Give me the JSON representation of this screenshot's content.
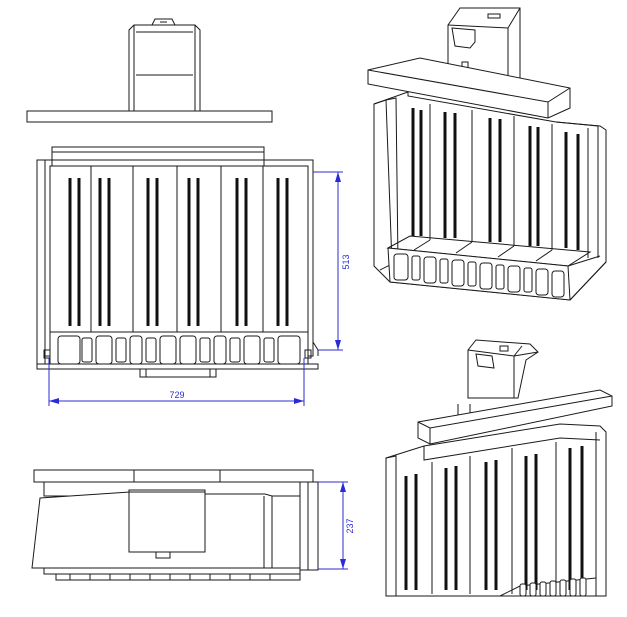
{
  "dimensions": {
    "height_front": "513",
    "width_front": "729",
    "height_side": "237"
  },
  "colors": {
    "dimension": "#2b2bd6",
    "line": "#1a1a1a",
    "background": "#ffffff"
  }
}
